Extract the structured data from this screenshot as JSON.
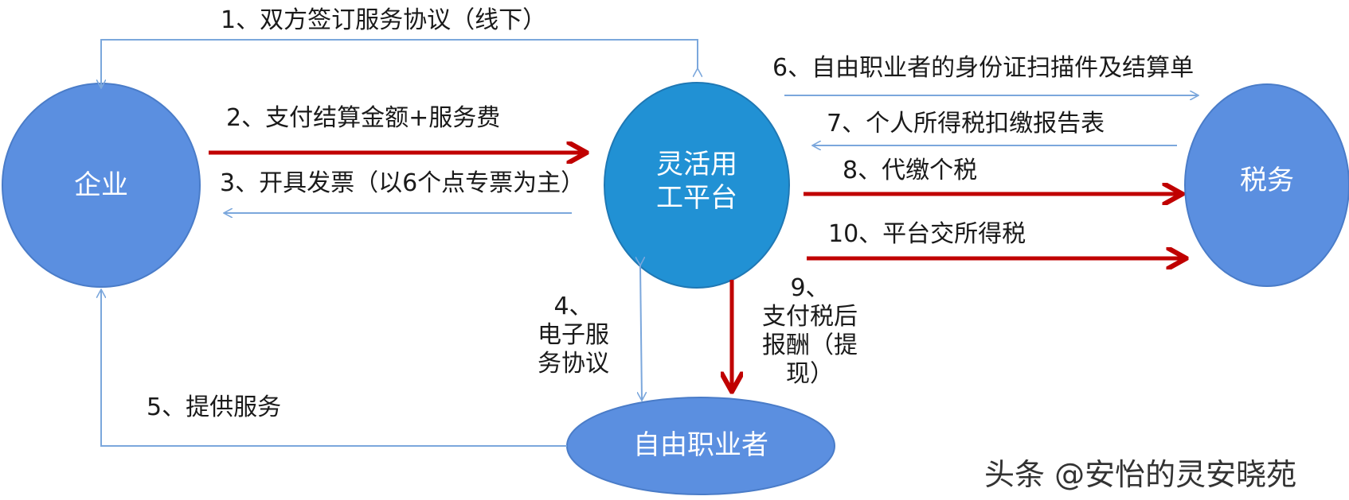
{
  "nodes": {
    "enterprise": "企业",
    "platform_line1": "灵活用",
    "platform_line2": "工平台",
    "tax": "税务",
    "freelancer": "自由职业者"
  },
  "steps": {
    "s1": "1、双方签订服务协议（线下）",
    "s2": "2、支付结算金额+服务费",
    "s3": "3、开具发票（以6个点专票为主）",
    "s4_line1": "4、",
    "s4_line2": "电子服",
    "s4_line3": "务协议",
    "s5": "5、提供服务",
    "s6": "6、自由职业者的身份证扫描件及结算单",
    "s7": "7、个人所得税扣缴报告表",
    "s8": "8、代缴个税",
    "s9_line1": "9、",
    "s9_line2": "支付税后",
    "s9_line3": "报酬（提",
    "s9_line4": "现）",
    "s10": "10、平台交所得税"
  },
  "watermark": "头条 @安怡的灵安晓苑",
  "colors": {
    "node_blue": "#5b8fe0",
    "platform_blue": "#2191d4",
    "thin_arrow": "#7ba7dc",
    "thick_arrow": "#c00000",
    "node_stroke": "#4a7cc8"
  }
}
